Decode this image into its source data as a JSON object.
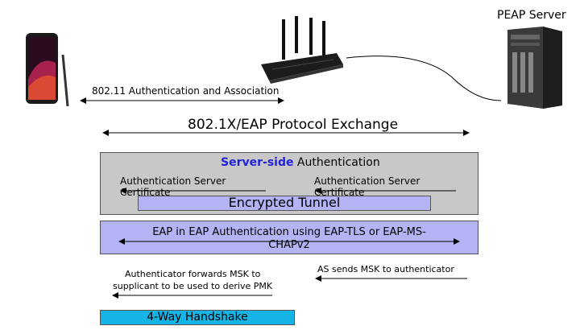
{
  "nodes": {
    "server_label": "PEAP Server"
  },
  "labels": {
    "assoc": "802.11 Authentication and Association",
    "protocol_exchange": "802.1X/EAP Protocol Exchange",
    "server_side_prefix": "Server-side",
    "server_side_suffix": " Authentication",
    "cert_left_line1": "Authentication Server",
    "cert_left_line2": "Certificate",
    "cert_right_line1": "Authentication Server",
    "cert_right_line2": "Certificate",
    "tunnel": "Encrypted Tunnel",
    "eap_line1": "EAP in EAP Authentication using EAP-TLS or EAP-MS-",
    "eap_line2": "CHAPv2",
    "authenticator_fwd_line1": "Authenticator forwards MSK to",
    "authenticator_fwd_line2": "supplicant to be used to derive PMK",
    "as_sends_msk": "AS sends MSK to authenticator",
    "handshake": "4-Way Handshake"
  },
  "colors": {
    "server_side_text": "#2222dd",
    "gray_box": "#c8c8c8",
    "tunnel_fill": "#b4b4f5",
    "eap_fill": "#b4b4f5",
    "handshake_fill": "#16b4e6"
  },
  "icons": {
    "phone": "smartphone-icon",
    "router": "wifi-router-icon",
    "server": "tower-server-icon"
  }
}
